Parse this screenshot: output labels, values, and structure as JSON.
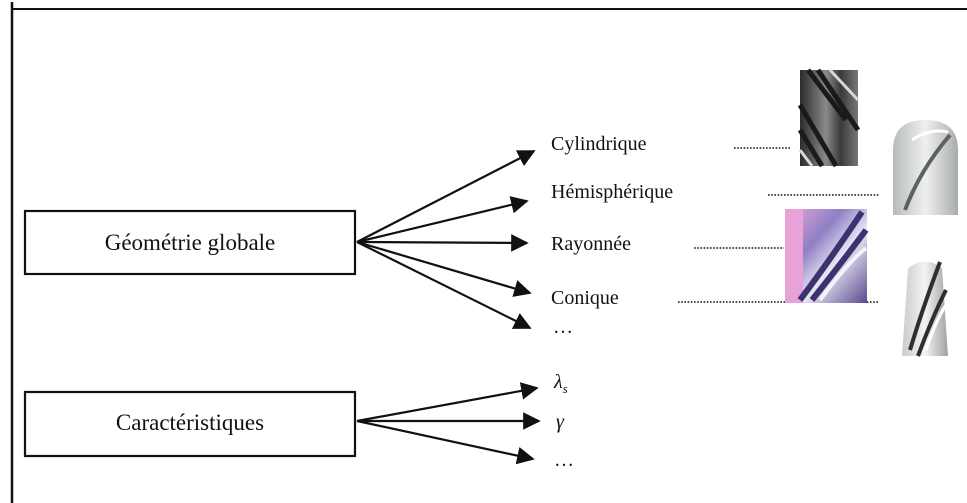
{
  "boxes": {
    "geometry": "Géométrie globale",
    "characteristics": "Caractéristiques"
  },
  "geometry_items": [
    "Cylindrique",
    "Hémisphérique",
    "Rayonnée",
    "Conique",
    "…"
  ],
  "characteristic_items": {
    "lambda_base": "λ",
    "lambda_sub": "s",
    "gamma": "γ",
    "more": "…"
  },
  "colors": {
    "stroke": "#111111",
    "tool_dark": "#3a3a3a",
    "tool_light": "#cfd2cf",
    "tool_pink": "#d98ac8",
    "tool_purple": "#6a5a9a"
  }
}
